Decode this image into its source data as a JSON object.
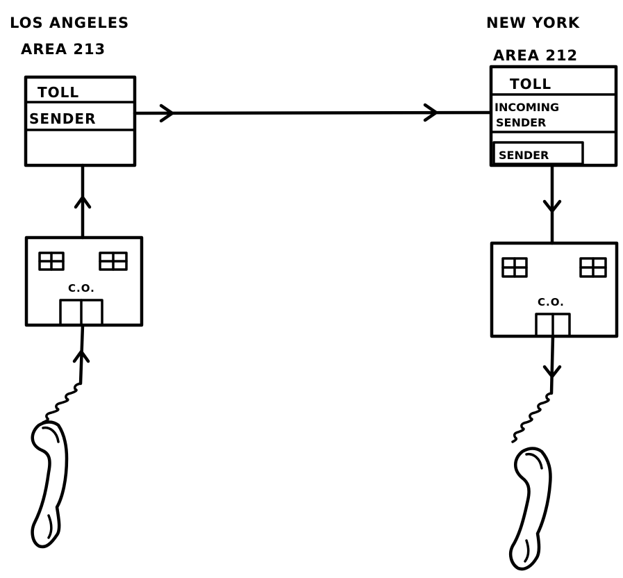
{
  "left": {
    "city": "LOS ANGELES",
    "area": "AREA 213",
    "toll": "TOLL",
    "sender": "SENDER",
    "co": "C.O."
  },
  "right": {
    "city": "NEW YORK",
    "area": "AREA 212",
    "toll": "TOLL",
    "incoming_line1": "INCOMING",
    "incoming_line2": "SENDER",
    "sender": "SENDER",
    "co": "C.O."
  },
  "colors": {
    "ink": "#000000",
    "paper": "#ffffff"
  }
}
